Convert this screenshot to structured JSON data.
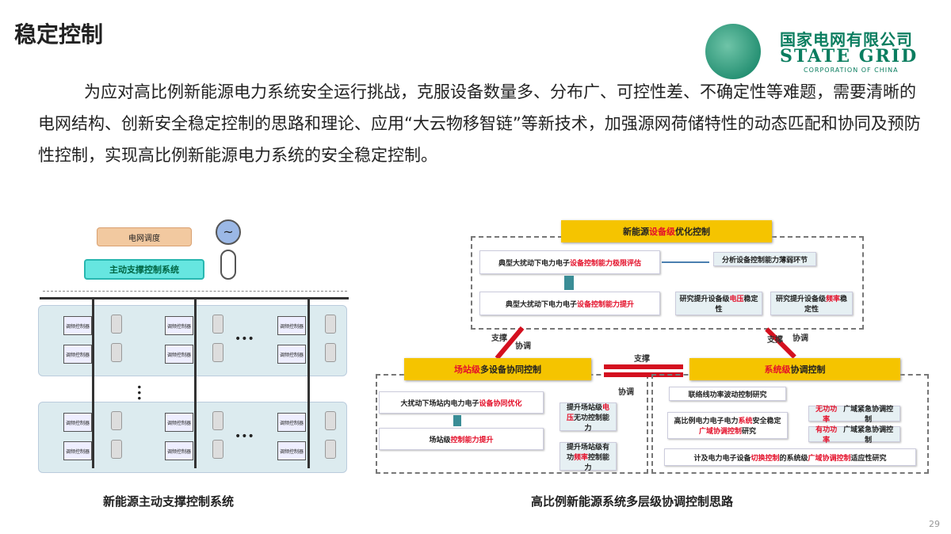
{
  "slide": {
    "title": "稳定控制",
    "page_number": "29"
  },
  "logo": {
    "cn": "国家电网有限公司",
    "en": "STATE GRID",
    "en_sub": "CORPORATION OF CHINA"
  },
  "paragraph": "为应对高比例新能源电力系统安全运行挑战，克服设备数量多、分布广、可控性差、不确定性等难题，需要清晰的电网结构、创新安全稳定控制的思路和理论、应用“大云物移智链”等新技术，加强源网荷储特性的动态匹配和协同及预防性控制，实现高比例新能源电力系统的安全稳定控制。",
  "left_diagram": {
    "dispatch": "电网调度",
    "support_system": "主动支撑控制系统",
    "controller_label": "调频控制器",
    "ellipsis": "•••",
    "caption": "新能源主动支撑控制系统"
  },
  "right_diagram": {
    "caption": "高比例新能源系统多层级协调控制思路",
    "device": {
      "title_pre": "新能源",
      "title_red": "设备级",
      "title_post": "优化控制",
      "box1_pre": "典型大扰动下电力电子",
      "box1_red": "设备控制能力极限评估",
      "box2_pre": "典型大扰动下电力电子",
      "box2_red": "设备控制能力提升",
      "analysis": "分析设备控制能力薄弱环节",
      "sub1_pre": "研究提升设备级",
      "sub1_red": "电压",
      "sub1_post": "稳定性",
      "sub2_pre": "研究提升设备级",
      "sub2_red": "频率",
      "sub2_post": "稳定性"
    },
    "station": {
      "title_red": "场站级",
      "title_post": "多设备协同控制",
      "box1_pre": "大扰动下场站内电力电子",
      "box1_red": "设备协同优化",
      "box2_pre": "场站级",
      "box2_red": "控制能力提升",
      "sub1_pre": "提升场站级",
      "sub1_red": "电压",
      "sub1_post": "无功控制能力",
      "sub2_pre": "提升场站级有功",
      "sub2_red": "频率",
      "sub2_post": "控制能力"
    },
    "system": {
      "title_red": "系统级",
      "title_post": "协调控制",
      "box1": "联络线功率波动控制研究",
      "box2_pre": "高比例电力电子电力",
      "box2_red1": "系统",
      "box2_mid": "安全稳定",
      "box2_red2": "广域协调控制",
      "box2_post": "研究",
      "sub1_red": "无功功率",
      "sub1_post": "广域紧急协调控制",
      "sub2_red": "有功功率",
      "sub2_post": "广域紧急协调控制",
      "box3_pre": "计及电力电子设备",
      "box3_red1": "切换控制",
      "box3_mid": "的系统级",
      "box3_red2": "广域协调控制",
      "box3_post": "适应性研究"
    },
    "labels": {
      "support": "支撑",
      "coordinate": "协调"
    }
  }
}
